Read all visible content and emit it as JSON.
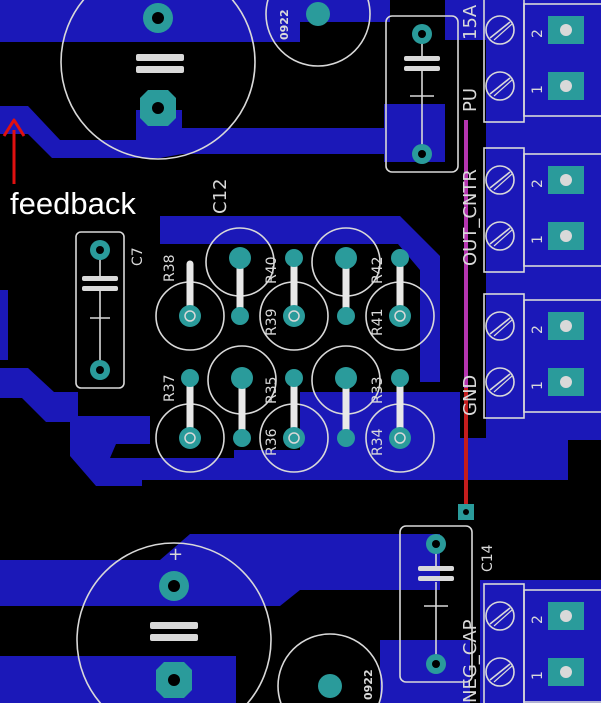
{
  "colors": {
    "background": "#000000",
    "copper": "#1b18b8",
    "pad": "#2a9b9b",
    "silkscreen": "#d9d9d9",
    "trace_red": "#c41d1d",
    "trace_magenta": "#b535b0",
    "annotation": "#ffffff",
    "arrow": "#e01010"
  },
  "annotation": {
    "text": "feedback"
  },
  "labels": {
    "c12": "C12",
    "c7": "C7",
    "c14": "C14",
    "r38": "R38",
    "r40": "R40",
    "r42": "R42",
    "r39": "R39",
    "r41": "R41",
    "r37": "R37",
    "r35": "R35",
    "r33": "R33",
    "r36": "R36",
    "r34": "R34",
    "out_cntr": "OUT_CNTR",
    "pu": "PU",
    "gnd": "GND",
    "neg_cap": "NEG_CAP",
    "top_code": "0922",
    "bottom_code": "0922",
    "plus": "+",
    "top_partial": "15A"
  },
  "terminals": [
    {
      "pin_upper": "2",
      "pin_lower": "1"
    },
    {
      "pin_upper": "2",
      "pin_lower": "1"
    },
    {
      "pin_upper": "2",
      "pin_lower": "1"
    },
    {
      "pin_upper": "2",
      "pin_lower": "1"
    }
  ]
}
